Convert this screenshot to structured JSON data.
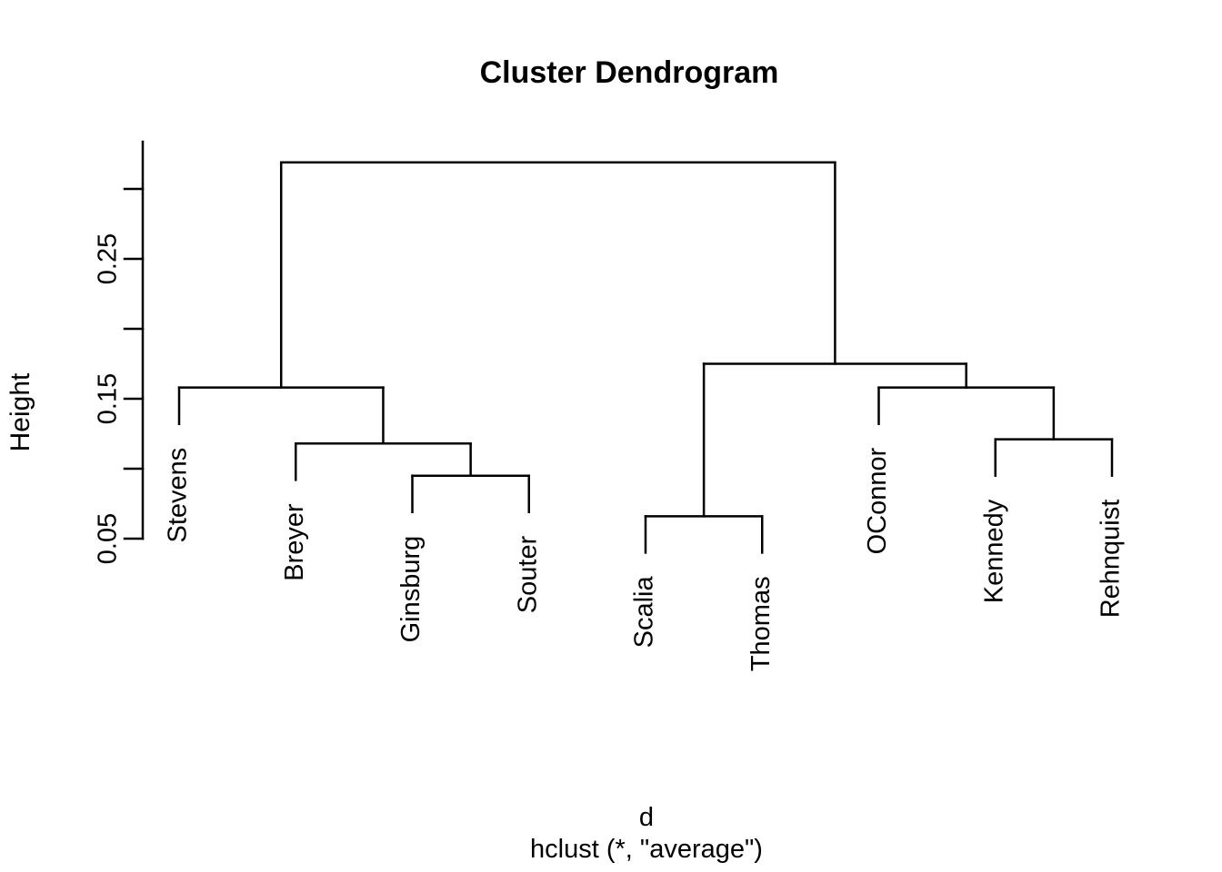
{
  "title": "Cluster Dendrogram",
  "ylabel": "Height",
  "xlabel_line1": "d",
  "xlabel_line2": "hclust (*, \"average\")",
  "chart_data": {
    "type": "dendrogram",
    "title": "Cluster Dendrogram",
    "xlabel": "d",
    "sub": "hclust (*, \"average\")",
    "ylabel": "Height",
    "legend": null,
    "grid": false,
    "ylim": [
      0.05,
      0.33
    ],
    "axis_ticks": [
      0.05,
      0.1,
      0.15,
      0.2,
      0.25,
      0.3
    ],
    "axis_tick_labels": [
      {
        "value": 0.05,
        "label": "0.05"
      },
      {
        "value": 0.15,
        "label": "0.15"
      },
      {
        "value": 0.25,
        "label": "0.25"
      }
    ],
    "leaves_in_order": [
      "Stevens",
      "Breyer",
      "Ginsburg",
      "Souter",
      "Scalia",
      "Thomas",
      "OConnor",
      "Kennedy",
      "Rehnquist"
    ],
    "leaf_hang": 0.026,
    "merges": [
      {
        "cluster": "Scalia+Thomas",
        "height": 0.066
      },
      {
        "cluster": "Ginsburg+Souter",
        "height": 0.095
      },
      {
        "cluster": "Breyer+(Ginsburg,Souter)",
        "height": 0.118
      },
      {
        "cluster": "Kennedy+Rehnquist",
        "height": 0.121
      },
      {
        "cluster": "Stevens+(Breyer,Ginsburg,Souter)",
        "height": 0.158
      },
      {
        "cluster": "OConnor+(Kennedy,Rehnquist)",
        "height": 0.158
      },
      {
        "cluster": "(Scalia,Thomas)+(OConnor,Kennedy,Rehnquist)",
        "height": 0.175
      },
      {
        "cluster": "root",
        "height": 0.319
      }
    ],
    "tree": {
      "height": 0.319,
      "children": [
        {
          "height": 0.158,
          "children": [
            {
              "leaf": "Stevens"
            },
            {
              "height": 0.118,
              "children": [
                {
                  "leaf": "Breyer"
                },
                {
                  "height": 0.095,
                  "children": [
                    {
                      "leaf": "Ginsburg"
                    },
                    {
                      "leaf": "Souter"
                    }
                  ]
                }
              ]
            }
          ]
        },
        {
          "height": 0.175,
          "children": [
            {
              "height": 0.066,
              "children": [
                {
                  "leaf": "Scalia"
                },
                {
                  "leaf": "Thomas"
                }
              ]
            },
            {
              "height": 0.158,
              "children": [
                {
                  "leaf": "OConnor"
                },
                {
                  "height": 0.121,
                  "children": [
                    {
                      "leaf": "Kennedy"
                    },
                    {
                      "leaf": "Rehnquist"
                    }
                  ]
                }
              ]
            }
          ]
        }
      ]
    }
  }
}
